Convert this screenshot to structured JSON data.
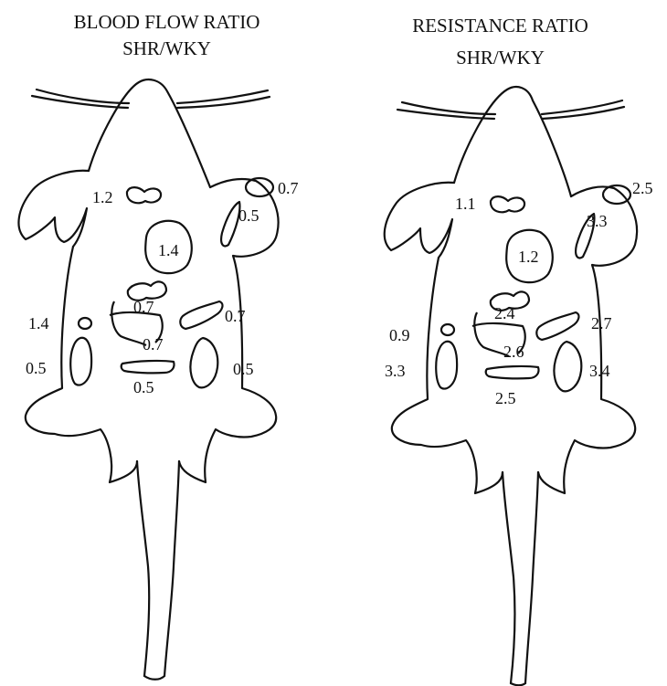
{
  "panels": [
    {
      "title_line1": "BLOOD FLOW RATIO",
      "title_line2": "SHR/WKY",
      "values": {
        "brain": "1.2",
        "forelimb_skin": "0.7",
        "forelimb_muscle": "0.5",
        "heart": "1.4",
        "stomach": "0.7",
        "spleen": "0.7",
        "small_intestine": "0.7",
        "adrenal": "1.4",
        "left_kidney": "0.5",
        "right_kidney": "0.5",
        "bladder": "0.5"
      }
    },
    {
      "title_line1": "RESISTANCE RATIO",
      "title_line2": "SHR/WKY",
      "values": {
        "brain": "1.1",
        "forelimb_skin": "2.5",
        "forelimb_muscle": "3.3",
        "heart": "1.2",
        "stomach": "2.4",
        "spleen": "2.7",
        "small_intestine": "2.6",
        "adrenal": "0.9",
        "left_kidney": "3.3",
        "right_kidney": "3.4",
        "bladder": "2.5"
      }
    }
  ]
}
